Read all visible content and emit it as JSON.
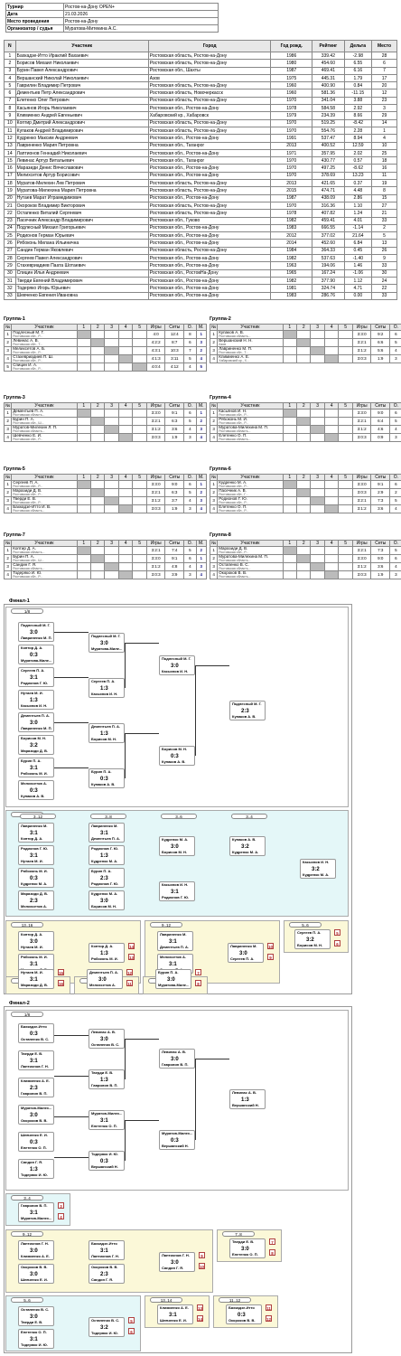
{
  "info": [
    {
      "k": "Турнир",
      "v": "Ростов-на-Дону OPEN+"
    },
    {
      "k": "Дата",
      "v": "21.03.2026"
    },
    {
      "k": "Место проведения",
      "v": "Ростов-на-Дону"
    },
    {
      "k": "Организатор / судья",
      "v": "Муратова-Митекина А.С."
    }
  ],
  "players_header": [
    "N",
    "Участник",
    "Город",
    "Год рожд.",
    "Рейтинг",
    "Дельта",
    "Место"
  ],
  "players": [
    [
      "1",
      "Бахкадзе-Итто Ираклий Вахаевич",
      "Ростовская область, Ростов-на-Дону",
      "1986",
      "339.42",
      "-2.98",
      "28"
    ],
    [
      "2",
      "Борисов Михаил Николаевич",
      "Ростовская область, Ростов-на-Дону",
      "1980",
      "454.60",
      "6.55",
      "6"
    ],
    [
      "3",
      "Бурин Павел Александрович",
      "Ростовская обл., Шахты",
      "1987",
      "469.41",
      "6.16",
      "7"
    ],
    [
      "4",
      "Вершанский Николай Николаевич",
      "Азов",
      "1975",
      "445.31",
      "1.79",
      "17"
    ],
    [
      "5",
      "Гаврилин Владимир Петрович",
      "Ростовская область, Ростов-на-Дону",
      "1960",
      "400.90",
      "0.84",
      "20"
    ],
    [
      "6",
      "Дементьев Петр Александрович",
      "Ростовская область, Новочеркасск",
      "1960",
      "581.36",
      "-11.15",
      "12"
    ],
    [
      "7",
      "Елетенко Олег Петрович",
      "Ростовская область, Ростов-на-Дону",
      "1970",
      "341.04",
      "3.88",
      "23"
    ],
    [
      "8",
      "Касьянов Игорь Николаевич",
      "Ростовская обл., Ростов-на-Дону",
      "1978",
      "584.58",
      "2.92",
      "3"
    ],
    [
      "9",
      "Климиенко Андрей Евгеньевич",
      "Хабаровский кр., Хабаровск",
      "1979",
      "234.39",
      "8.66",
      "29"
    ],
    [
      "10",
      "Коптир Дмитрий Александрович",
      "Ростовская область, Ростов-на-Дону",
      "1970",
      "519.25",
      "-8.42",
      "14"
    ],
    [
      "11",
      "Купаков Андрей Владимирович",
      "Ростовская область, Ростов-на-Дону",
      "1970",
      "554.76",
      "2.28",
      "1"
    ],
    [
      "12",
      "Кудренко Максим Андреевич",
      "Ростовская обл., Ростов-на-Дону",
      "1991",
      "537.47",
      "8.94",
      "4"
    ],
    [
      "13",
      "Лавриненко Мария Петровна",
      "Ростовская обл., Таганрог",
      "2013",
      "400.52",
      "12.59",
      "10"
    ],
    [
      "14",
      "Лаптионов Геннадий Николаевич",
      "Ростовская обл., Ростов-на-Дону",
      "1971",
      "357.95",
      "2.02",
      "25"
    ],
    [
      "15",
      "Левинас Артур Витальевич",
      "Ростовская обл., Таганрог",
      "1970",
      "430.77",
      "0.57",
      "18"
    ],
    [
      "16",
      "Маразиди Денис Вячеславович",
      "Ростовская обл., Ростов-на-Дону",
      "1970",
      "497.25",
      "-8.62",
      "16"
    ],
    [
      "17",
      "Мелихсетов Артур Борисович",
      "Ростовская обл., Ростов-на-Дону",
      "1970",
      "378.69",
      "13.23",
      "11"
    ],
    [
      "18",
      "Муратов-Милехин Лев Петрович",
      "Ростовская область, Ростов-на-Дону",
      "2013",
      "421.65",
      "0.37",
      "19"
    ],
    [
      "19",
      "Муратова-Милехина Мария Петровна",
      "Ростовская область, Ростов-на-Дону",
      "2015",
      "474.71",
      "4.48",
      "8"
    ],
    [
      "20",
      "Нутаев Марат Итрамедимович",
      "Ростовская обл., Ростов-на-Дону",
      "1987",
      "438.09",
      "2.86",
      "15"
    ],
    [
      "21",
      "Окороков Владимир Викторович",
      "Ростовская область, Ростов-на-Дону",
      "1970",
      "316.36",
      "1.10",
      "27"
    ],
    [
      "22",
      "Остапенко Виталий Сергеевич",
      "Ростовская область, Ростов-на-Дону",
      "1978",
      "407.82",
      "1.24",
      "21"
    ],
    [
      "23",
      "Пасечник Александр Владимирович",
      "Ростовская обл., Гуково",
      "1982",
      "459.41",
      "4.01",
      "33"
    ],
    [
      "24",
      "Подлесный Михаил Григорьевич",
      "Ростовская обл., Ростов-на-Дону",
      "1983",
      "666.55",
      "-1.14",
      "2"
    ],
    [
      "25",
      "Родионов Герман Юрьевич",
      "Ростовская обл., Ростов-на-Дону",
      "2012",
      "377.02",
      "21.64",
      "5"
    ],
    [
      "26",
      "Рябоконь Милана Ильинична",
      "Ростовская обл., Ростов-на-Дону",
      "2014",
      "452.60",
      "6.84",
      "13"
    ],
    [
      "27",
      "Сандин Герман Яковлевич",
      "Ростовская область, Ростов-на-Дону",
      "1984",
      "364.33",
      "0.45",
      "26"
    ],
    [
      "28",
      "Сергеев Павел Александрович",
      "Ростовская обл., Ростов-на-Дону",
      "1982",
      "537.63",
      "-1.40",
      "9"
    ],
    [
      "29",
      "Стахевриадиев Паата Шотаевич",
      "Ростовская обл., Ростов-на-Дону",
      "1963",
      "194.06",
      "1.46",
      "33"
    ],
    [
      "30",
      "Спицин Илья Андреевич",
      "Ростовская обл., РостовНа-Дону",
      "1965",
      "167.24",
      "-1.06",
      "30"
    ],
    [
      "31",
      "Тверди Евгений Владимирович",
      "Ростовская обл., Ростов-на-Дону",
      "1982",
      "377.90",
      "1.12",
      "24"
    ],
    [
      "32",
      "Тодеряко Игорь Юрьевич",
      "Ростовская обл., Ростов-на-Дону",
      "1981",
      "324.74",
      "4.71",
      "22"
    ],
    [
      "33",
      "Шевченко Евгения Ивановна",
      "Ростовская обл., Ростов-на-Дону",
      "1983",
      "286.76",
      "0.00",
      "33"
    ]
  ],
  "group_header": [
    "№",
    "Участник",
    "1",
    "2",
    "3",
    "4",
    "5",
    "Игры",
    "Сеты",
    "О.",
    "М."
  ],
  "groups": [
    {
      "title": "Группа-1",
      "rows": [
        [
          "1",
          "Подлесный М. Г.",
          "Ростовская обл., Р...",
          "4:0",
          "12:4",
          "8",
          "1"
        ],
        [
          "2",
          "Левинас А. В.",
          "Ростовская обл., Т...",
          "4:2:2",
          "8:7",
          "6",
          "3"
        ],
        [
          "3",
          "Мелихсетов А. Б.",
          "Ростовская обл., Р...",
          "4:3:1",
          "10:3",
          "7",
          "2"
        ],
        [
          "4",
          "Стахевриадиев П. Ш.",
          "Ростовская обл., Р...",
          "4:1:3",
          "3:11",
          "5",
          "4"
        ],
        [
          "5",
          "Спицин И. А.",
          "Ростовская обл., Р...",
          "4:0:4",
          "4:12",
          "4",
          "5"
        ]
      ]
    },
    {
      "title": "Группа-2",
      "rows": [
        [
          "1",
          "Купаков А. В.",
          "Ростовская область...",
          "3:3:0",
          "9:2",
          "6",
          "1"
        ],
        [
          "2",
          "Вершанский Н. Н.",
          "Азов",
          "3:2:1",
          "6:6",
          "5",
          "2"
        ],
        [
          "3",
          "Лавриненко М. П.",
          "Ростовская обл., Т...",
          "3:1:2",
          "5:6",
          "4",
          "3"
        ],
        [
          "4",
          "Климиенко А. Е.",
          "Хабаровский кр., Х...",
          "3:0:3",
          "1:9",
          "3",
          "4"
        ]
      ]
    },
    {
      "title": "Группа-3",
      "rows": [
        [
          "1",
          "Дементьев П. А.",
          "Ростовская область...",
          "3:3:0",
          "9:1",
          "6",
          "1"
        ],
        [
          "2",
          "Бурин П. А.",
          "Ростовская обл., Ш...",
          "3:2:1",
          "6:3",
          "5",
          "2"
        ],
        [
          "3",
          "Муратов-Милехин Л. П.",
          "Ростовская область...",
          "3:1:2",
          "3:6",
          "4",
          "3"
        ],
        [
          "4",
          "Шевченко Е. И.",
          "Ростовская обл., Р...",
          "3:0:3",
          "1:9",
          "3",
          "4"
        ]
      ]
    },
    {
      "title": "Группа-4",
      "rows": [
        [
          "1",
          "Касьянов И. Н.",
          "Ростовская обл., Р...",
          "3:3:0",
          "9:0",
          "6",
          "1"
        ],
        [
          "2",
          "Рябоконь М. И.",
          "Ростовская обл., Р...",
          "3:2:1",
          "6:4",
          "5",
          "2"
        ],
        [
          "3",
          "Муратова-Милехина М. П.",
          "Ростовская область...",
          "3:1:2",
          "4:6",
          "4",
          "3"
        ],
        [
          "4",
          "Елетенко О. П.",
          "Ростовская область...",
          "3:0:3",
          "0:9",
          "3",
          "4"
        ]
      ]
    },
    {
      "title": "Группа-5",
      "rows": [
        [
          "1",
          "Сергеев П. А.",
          "Ростовская обл., Р...",
          "3:3:0",
          "9:0",
          "6",
          "1"
        ],
        [
          "2",
          "Маразиди Д. В.",
          "Ростовская обл., Р...",
          "3:2:1",
          "6:3",
          "5",
          "2"
        ],
        [
          "3",
          "Тверди Е. В.",
          "Ростовская обл., Р...",
          "3:1:2",
          "3:7",
          "4",
          "3"
        ],
        [
          "4",
          "Бахкадзе-Итто И. В.",
          "Ростовская область...",
          "3:0:3",
          "1:9",
          "3",
          "4"
        ]
      ]
    },
    {
      "title": "Группа-6",
      "rows": [
        [
          "1",
          "Кудренко М. А.",
          "Ростовская обл., Р...",
          "3:3:0",
          "9:1",
          "6",
          "1"
        ],
        [
          "2",
          "Пасечник А. В.",
          "Ростовская обл., Г...",
          "3:0:3",
          "2:9",
          "2",
          "4"
        ],
        [
          "3",
          "Родионов Г. Ю.",
          "Ростовская обл., Р...",
          "3:2:1",
          "7:3",
          "5",
          "2"
        ],
        [
          "4",
          "Елетенко О. П.",
          "Ростовская обл., Р...",
          "3:1:2",
          "3:6",
          "4",
          "3"
        ]
      ]
    },
    {
      "title": "Группа-7",
      "rows": [
        [
          "1",
          "Коптир Д. А.",
          "Ростовская область...",
          "3:2:1",
          "7:4",
          "5",
          "2"
        ],
        [
          "2",
          "Бурин П. А.",
          "Ростовская обл., Ш...",
          "3:3:0",
          "9:1",
          "6",
          "1"
        ],
        [
          "3",
          "Сандин Г. Я.",
          "Ростовская область...",
          "3:1:2",
          "4:8",
          "4",
          "3"
        ],
        [
          "4",
          "Тодеряко И. Ю.",
          "Ростовская обл., Р...",
          "3:0:3",
          "3:9",
          "3",
          "4"
        ]
      ]
    },
    {
      "title": "Группа-8",
      "rows": [
        [
          "1",
          "Маразиди Д. В.",
          "Ростовская обл., Р...",
          "3:2:1",
          "7:3",
          "5",
          "2"
        ],
        [
          "2",
          "Муратова-Милехина М. П.",
          "Ростовская область...",
          "3:3:0",
          "9:0",
          "6",
          "1"
        ],
        [
          "3",
          "Остапенко В. С.",
          "Ростовская область...",
          "3:1:2",
          "3:6",
          "4",
          "3"
        ],
        [
          "4",
          "Окороков В. В.",
          "Ростовская область...",
          "3:0:3",
          "1:9",
          "3",
          "4"
        ]
      ]
    }
  ],
  "finals": [
    {
      "title": "Финал-1",
      "rounds": [
        "1/8",
        "1/4",
        "1/2",
        "Финал"
      ]
    },
    {
      "title": "Финал-2",
      "rounds": [
        "1/8",
        "1/4",
        "1/2",
        "Финал"
      ]
    }
  ],
  "f1_r1": [
    {
      "a": "Подлесный М. Г.",
      "b": "Лавриненко М. П.",
      "s": "3:0"
    },
    {
      "a": "Коптир Д. А.",
      "b": "Муратова-Миле...",
      "s": "0:3"
    },
    {
      "a": "Сергеев П. А.",
      "b": "Родионов Г. Ю.",
      "s": "3:1"
    },
    {
      "a": "Нутаев М. И.",
      "b": "Касьянов И. Н.",
      "s": "1:3"
    },
    {
      "a": "Дементьев П. А.",
      "b": "Лавриненко М. П.",
      "s": "3:0"
    },
    {
      "a": "Борисов М. Н.",
      "b": "Маразиди Д. В.",
      "s": "3:2"
    },
    {
      "a": "Бурин П. А.",
      "b": "Рябоконь М. И.",
      "s": "3:1"
    },
    {
      "a": "Мелихсетов А.",
      "b": "Купаков А. В.",
      "s": "0:3"
    }
  ],
  "f1_r2": [
    {
      "a": "Подлесный М. Г.",
      "b": "Муратова-Миле...",
      "s": "3:0"
    },
    {
      "a": "Сергеев П. А.",
      "b": "Касьянов И. Н.",
      "s": "1:3"
    },
    {
      "a": "Дементьев П. А.",
      "b": "Борисов М. Н.",
      "s": "1:3"
    },
    {
      "a": "Бурин П. А.",
      "b": "Купаков А. В.",
      "s": "0:3"
    }
  ],
  "f1_r3": [
    {
      "a": "Подлесный М. Г.",
      "b": "Касьянов И. Н.",
      "s": "3:0"
    },
    {
      "a": "Борисов М. Н.",
      "b": "Купаков А. В.",
      "s": "0:3"
    }
  ],
  "f1_r4": [
    {
      "a": "Подлесный М. Г.",
      "b": "Купаков А. В.",
      "s": "2:3"
    }
  ],
  "f1_sections": [
    {
      "title": "3..12",
      "rounds": [
        "3..12",
        "3..8",
        "3..6",
        "3..4"
      ]
    },
    {
      "title": "13..16",
      "rounds": [
        "13..16",
        "13..14"
      ]
    },
    {
      "title": "9..12",
      "rounds": [
        "9..12",
        "9..10"
      ]
    },
    {
      "title": "5..6",
      "rounds": [
        "5..6"
      ]
    },
    {
      "title": "15..16",
      "rounds": [
        "15..16"
      ]
    },
    {
      "title": "11..12",
      "rounds": [
        "11..12"
      ]
    },
    {
      "title": "7..8",
      "rounds": [
        "7..8"
      ]
    }
  ],
  "f1_cons": [
    {
      "a": "Лавриненко М.",
      "b": "Коптир Д. А.",
      "s": "3:1"
    },
    {
      "a": "Родионов Г. Ю.",
      "b": "Нутаев М. И.",
      "s": "3:1"
    },
    {
      "a": "Рябоконь М. И.",
      "b": "Кудренко М. А.",
      "s": "0:3"
    },
    {
      "a": "Маразиди Д. В.",
      "b": "Мелихсетов А.",
      "s": "2:3"
    },
    {
      "a": "Лавриненко М.",
      "b": "Дементьев П. А.",
      "s": "3:1"
    },
    {
      "a": "Родионов Г. Ю.",
      "b": "Кудренко М. А.",
      "s": "1:3"
    },
    {
      "a": "Бурин П. А.",
      "b": "Родионов Г. Ю.",
      "s": "2:3"
    },
    {
      "a": "Кудренко М. А.",
      "b": "Борисов М. Н.",
      "s": "3:0"
    },
    {
      "a": "Касьянов И. Н.",
      "b": "Родионов Г. Ю.",
      "s": "3:1"
    },
    {
      "a": "Купаков А. В.",
      "b": "Кудренко М. А.",
      "s": "3:2"
    },
    {
      "a": "Касьянов И. Н.",
      "b": "Кудренко М. А.",
      "s": "3:2"
    }
  ],
  "f1_low": [
    {
      "a": "Коптир Д. А.",
      "b": "Нутаев М. И.",
      "s": "3:0"
    },
    {
      "a": "Рябоконь М. И.",
      "b": "Маразиди Д. В.",
      "s": "3:1"
    },
    {
      "a": "Коптир Д. А.",
      "b": "Рябоконь М. И.",
      "s": "1:3"
    },
    {
      "a": "Лавриненко М.",
      "b": "Дементьев П. А.",
      "s": "3:1"
    },
    {
      "a": "Мелихсетов А.",
      "b": "Сергеев П. А.",
      "s": "3:1"
    },
    {
      "a": "Лавриненко М.",
      "b": "Сергеев П. А.",
      "s": "3:0"
    },
    {
      "a": "Сергеев П. А.",
      "b": "Борисов М. Н.",
      "s": "3:2"
    },
    {
      "a": "Нутаев М. И.",
      "b": "Маразиди Д. В.",
      "s": "3:1"
    },
    {
      "a": "Дементьев П. А.",
      "b": "Мелихсетов А.",
      "s": "3:0"
    },
    {
      "a": "Бурин П. А.",
      "b": "Муратова-Миле...",
      "s": "3:0"
    }
  ],
  "f1_badges": [
    "14",
    "13",
    "15",
    "16",
    "12",
    "11",
    "10",
    "9",
    "5",
    "6",
    "7",
    "8"
  ],
  "f2_r1": [
    {
      "a": "Бахкадзе-Итто",
      "b": "Остапенко В. С.",
      "s": "0:3"
    },
    {
      "a": "Тверди Е. В.",
      "b": "Лаптионов Г. Н.",
      "s": "3:1"
    },
    {
      "a": "Климиенко А. Е.",
      "b": "Гаврилин В. П.",
      "s": "2:3"
    },
    {
      "a": "Муратов-Милех...",
      "b": "Окороков В. В.",
      "s": "3:0"
    },
    {
      "a": "Шевченко Е. И.",
      "b": "Елетенко О. П.",
      "s": "0:3"
    },
    {
      "a": "Сандин Г. Я.",
      "b": "Тодеряко И. Ю.",
      "s": "1:3"
    }
  ],
  "f2_r2": [
    {
      "a": "Левинас А. В.",
      "b": "Остапенко В. С.",
      "s": "3:0"
    },
    {
      "a": "Тверди Е. В.",
      "b": "Гаврилин В. П.",
      "s": "1:3"
    },
    {
      "a": "Муратов-Милех...",
      "b": "Елетенко О. П.",
      "s": "3:1"
    },
    {
      "a": "Тодеряко И. Ю.",
      "b": "Вершанский Н.",
      "s": "0:3"
    }
  ],
  "f2_r3": [
    {
      "a": "Левинас А. В.",
      "b": "Гаврилин В. П.",
      "s": "3:0"
    },
    {
      "a": "Муратов-Милех...",
      "b": "Вершанский Н.",
      "s": "0:3"
    }
  ],
  "f2_r4": [
    {
      "a": "Левинас А. В.",
      "b": "Вершанский Н.",
      "s": "1:3"
    }
  ],
  "f2_sections": [
    {
      "title": "3..4",
      "rounds": [
        "3..4"
      ]
    },
    {
      "title": "9..12",
      "rounds": [
        "9..12",
        "9..12",
        "9..10"
      ]
    },
    {
      "title": "7..8",
      "rounds": [
        "7..8"
      ]
    },
    {
      "title": "5..6",
      "rounds": [
        "5..6",
        "5..6"
      ]
    },
    {
      "title": "13..14",
      "rounds": [
        "13..14"
      ]
    },
    {
      "title": "11..12",
      "rounds": [
        "11..12"
      ]
    }
  ],
  "f2_cons": [
    {
      "a": "Гаврилин В. П.",
      "b": "Муратов-Милех...",
      "s": "3:1"
    },
    {
      "a": "Лаптионов Г. Н.",
      "b": "Климиенко А. Е.",
      "s": "3:0"
    },
    {
      "a": "Окороков В. В.",
      "b": "Шевченко Е. И.",
      "s": "3:0"
    },
    {
      "a": "Бахкадзе-Итто",
      "b": "Лаптионов Г. Н.",
      "s": "3:1"
    },
    {
      "a": "Окороков В. В.",
      "b": "Сандин Г. Я.",
      "s": "2:3"
    },
    {
      "a": "Лаптионов Г. Н.",
      "b": "Сандин Г. Я.",
      "s": "3:0"
    },
    {
      "a": "Тверди Е. В.",
      "b": "Елетенко О. П.",
      "s": "3:0"
    },
    {
      "a": "Остапенко В. С.",
      "b": "Тверди Е. В.",
      "s": "3:0"
    },
    {
      "a": "Елетенко О. П.",
      "b": "Тодеряко И. Ю.",
      "s": "3:1"
    },
    {
      "a": "Остапенко В. С.",
      "b": "Тодеряко И. Ю.",
      "s": "3:2"
    },
    {
      "a": "Климиенко А. Е.",
      "b": "Шевченко Е. И.",
      "s": "3:1"
    },
    {
      "a": "Бахкадзе-Итто",
      "b": "Окороков В. В.",
      "s": "0:3"
    }
  ],
  "f2_badges": [
    "3",
    "4",
    "9",
    "10",
    "7",
    "8",
    "5",
    "6",
    "13",
    "14",
    "11",
    "12"
  ]
}
